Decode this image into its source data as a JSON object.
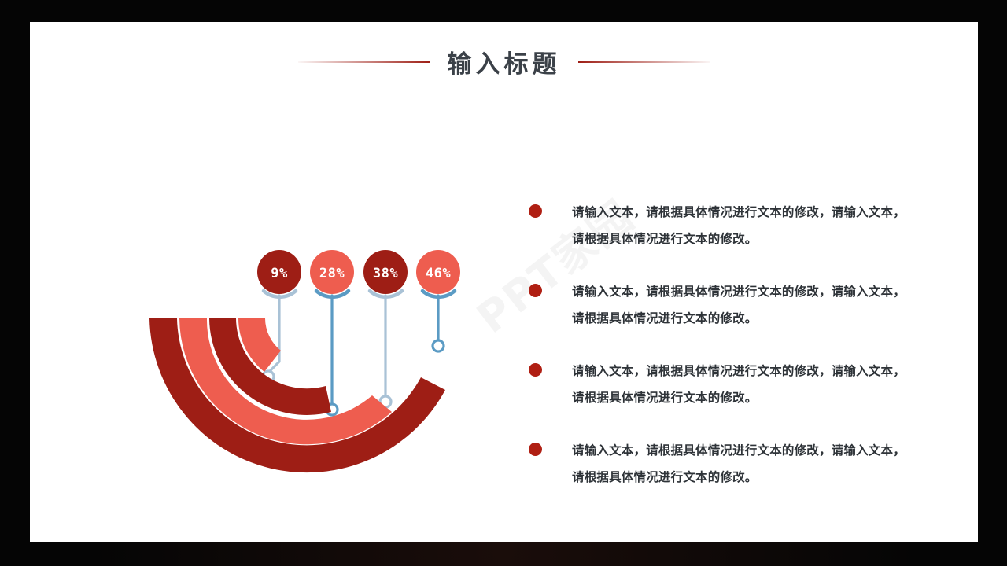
{
  "slide": {
    "title": "输入标题",
    "watermark": "PPT家园",
    "background_color": "#ffffff",
    "frame_color": "#050505"
  },
  "colors": {
    "dark_red": "#9E1E15",
    "salmon": "#EE5D4F",
    "bullet_dot": "#B01F13",
    "title_text": "#3B4148",
    "body_text": "#2E3338",
    "connector_light": "#A9C2D6",
    "connector_blue": "#5B9BC4"
  },
  "chart_data": {
    "type": "pie",
    "title": "输入标题",
    "categories": [
      "9%",
      "28%",
      "38%",
      "46%"
    ],
    "values": [
      9,
      28,
      38,
      46
    ],
    "series": [
      {
        "name": "arc-1",
        "value": 9,
        "label": "9%",
        "color": "#9E1E15",
        "ring": "innermost"
      },
      {
        "name": "arc-2",
        "value": 28,
        "label": "28%",
        "color": "#EE5D4F",
        "ring": "inner"
      },
      {
        "name": "arc-3",
        "value": 38,
        "label": "38%",
        "color": "#9E1E15",
        "ring": "outer"
      },
      {
        "name": "arc-4",
        "value": 46,
        "label": "46%",
        "color": "#EE5D4F",
        "ring": "outermost"
      }
    ],
    "legend": "none",
    "grid": false,
    "xlabel": "",
    "ylabel": ""
  },
  "markers": [
    {
      "label": "9%",
      "fill": "#9E1E15",
      "cap_color": "#A9C2D6",
      "connector_color": "#A9C2D6"
    },
    {
      "label": "28%",
      "fill": "#EE5D4F",
      "cap_color": "#5B9BC4",
      "connector_color": "#5B9BC4"
    },
    {
      "label": "38%",
      "fill": "#9E1E15",
      "cap_color": "#A9C2D6",
      "connector_color": "#A9C2D6"
    },
    {
      "label": "46%",
      "fill": "#EE5D4F",
      "cap_color": "#5B9BC4",
      "connector_color": "#5B9BC4"
    }
  ],
  "bullets": [
    {
      "text": "请输入文本，请根据具体情况进行文本的修改，请输入文本，请根据具体情况进行文本的修改。"
    },
    {
      "text": "请输入文本，请根据具体情况进行文本的修改，请输入文本，请根据具体情况进行文本的修改。"
    },
    {
      "text": "请输入文本，请根据具体情况进行文本的修改，请输入文本，请根据具体情况进行文本的修改。"
    },
    {
      "text": "请输入文本，请根据具体情况进行文本的修改，请输入文本，请根据具体情况进行文本的修改。"
    }
  ]
}
